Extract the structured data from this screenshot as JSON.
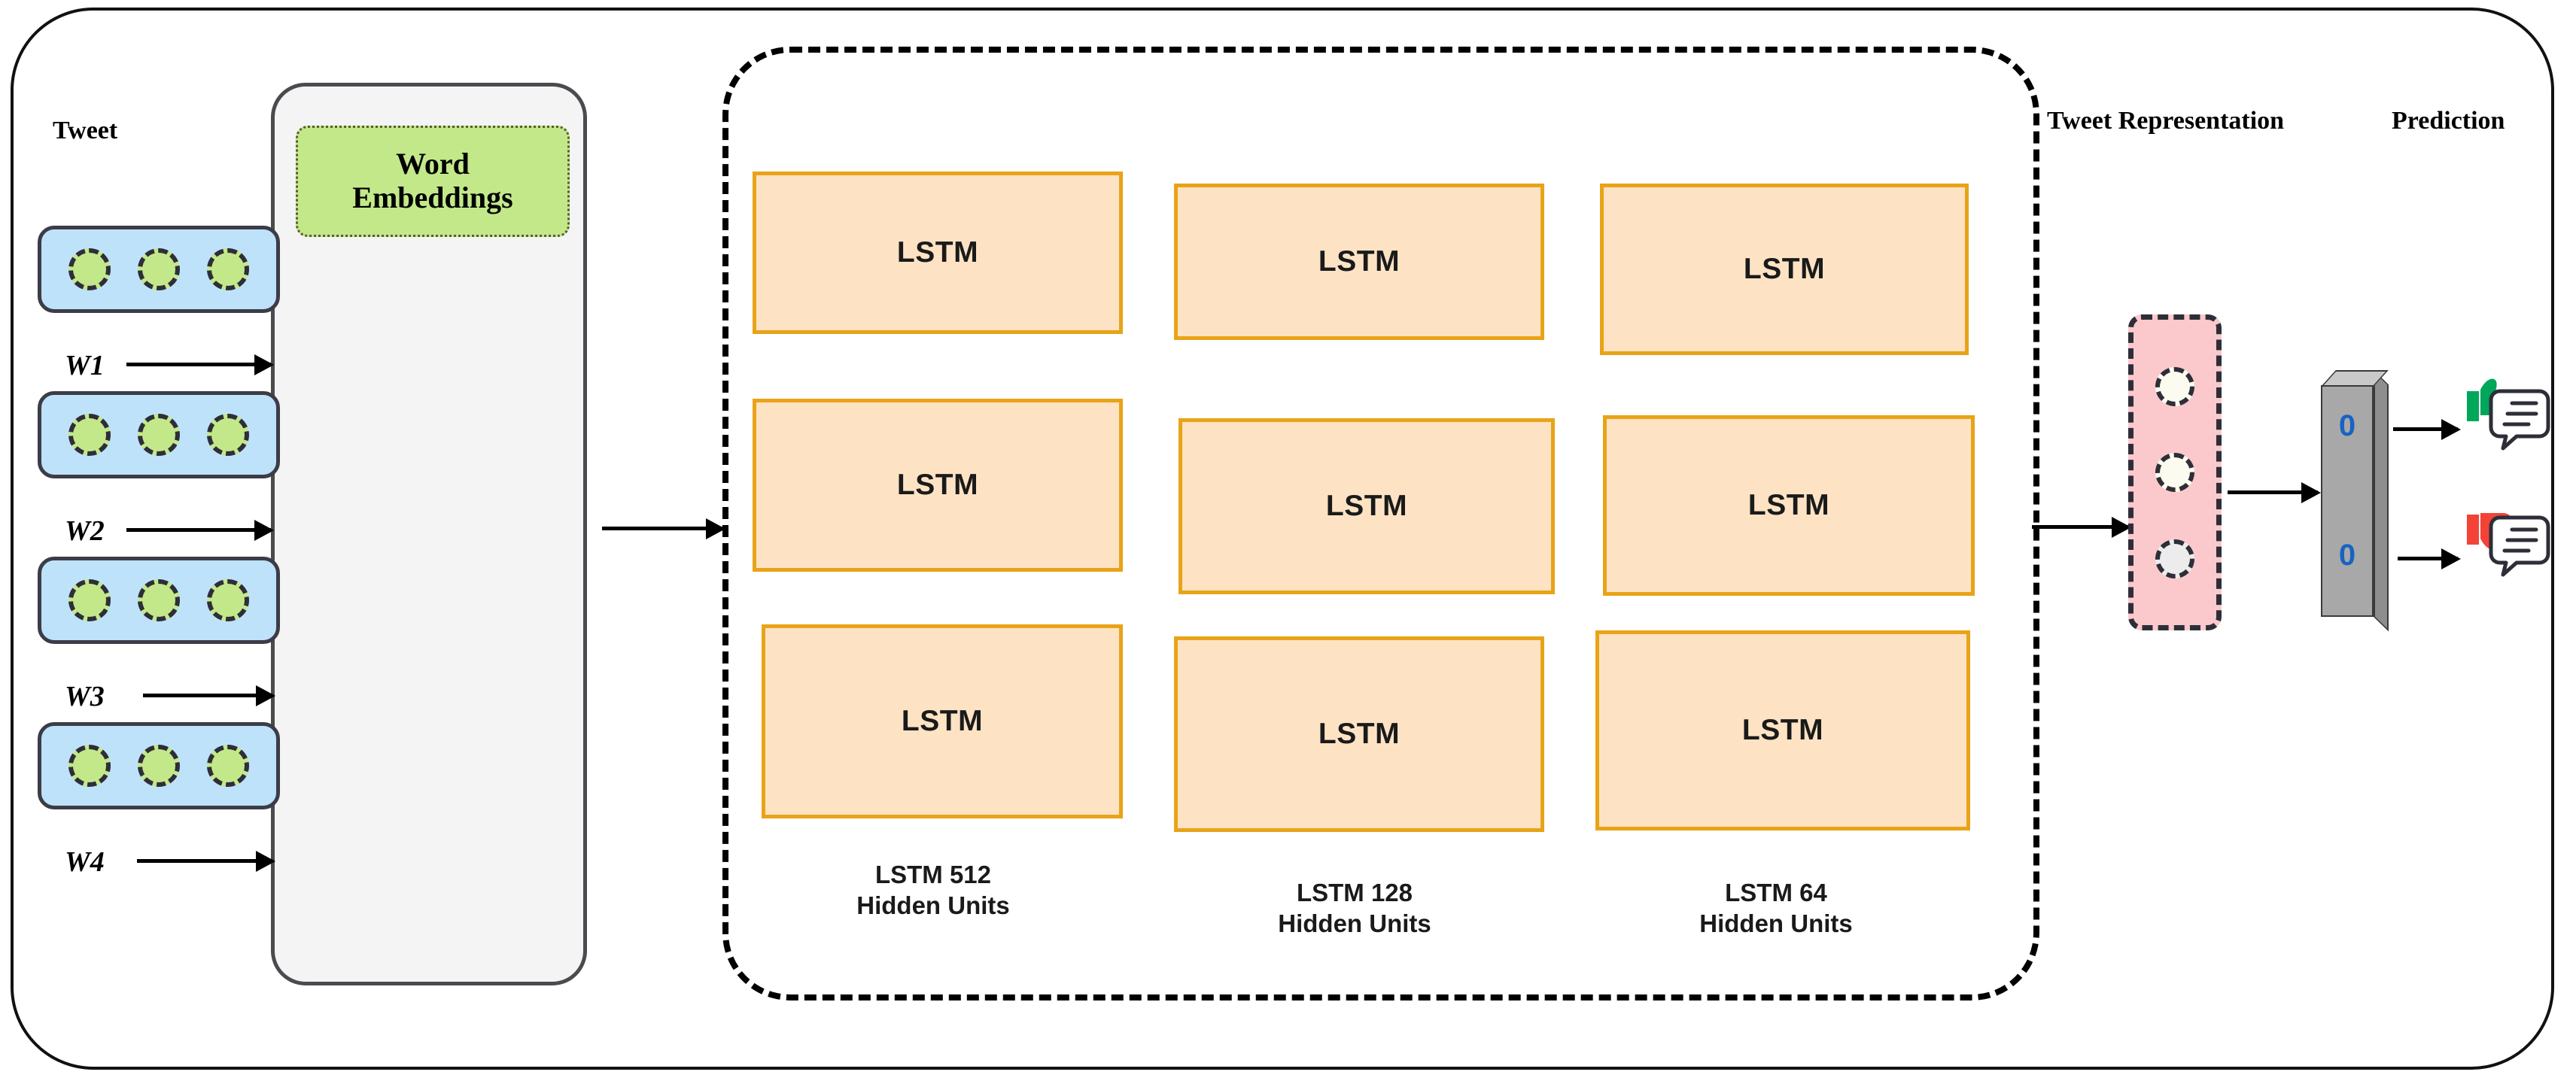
{
  "diagram": {
    "title": "LSTM Tweet Sentiment Classification Architecture",
    "outer_frame": {
      "border_color": "#111111"
    }
  },
  "labels": {
    "tweet": "Tweet",
    "tweet_representation": "Tweet Representation",
    "prediction": "Prediction"
  },
  "embedding_panel": {
    "word_embeddings_line1": "Word",
    "word_embeddings_line2": "Embeddings",
    "panel_color": "#f4f4f4",
    "embeddings_box_color": "#c3e88a",
    "word_row_color": "#bfe2fb",
    "dot_color": "#c3e88a",
    "words": [
      {
        "label": "W1",
        "dots": 3
      },
      {
        "label": "W2",
        "dots": 3
      },
      {
        "label": "W3",
        "dots": 3
      },
      {
        "label": "W4",
        "dots": 3
      }
    ]
  },
  "lstm_block": {
    "box_fill": "#fde3c4",
    "box_border": "#e8a317",
    "container_border_style": "dashed",
    "columns": [
      {
        "caption": "LSTM 512\nHidden Units",
        "units": 512,
        "cells": [
          {
            "label": "LSTM"
          },
          {
            "label": "LSTM"
          },
          {
            "label": "LSTM"
          }
        ]
      },
      {
        "caption": "LSTM 128\nHidden Units",
        "units": 128,
        "cells": [
          {
            "label": "LSTM"
          },
          {
            "label": "LSTM"
          },
          {
            "label": "LSTM"
          }
        ]
      },
      {
        "caption": "LSTM 64\nHidden Units",
        "units": 64,
        "cells": [
          {
            "label": "LSTM"
          },
          {
            "label": "LSTM"
          },
          {
            "label": "LSTM"
          }
        ]
      }
    ]
  },
  "tweet_representation": {
    "box_color": "#fbc9cb",
    "dots": 3
  },
  "classifier": {
    "bar_color": "#a8a8a8",
    "digit_color": "#1763c4",
    "outputs": [
      {
        "value": "0"
      },
      {
        "value": "0"
      }
    ]
  },
  "prediction": {
    "positive": {
      "icon": "thumbs-up-comment-icon",
      "color": "#00a65a"
    },
    "negative": {
      "icon": "thumbs-down-comment-icon",
      "color": "#f44336"
    }
  }
}
